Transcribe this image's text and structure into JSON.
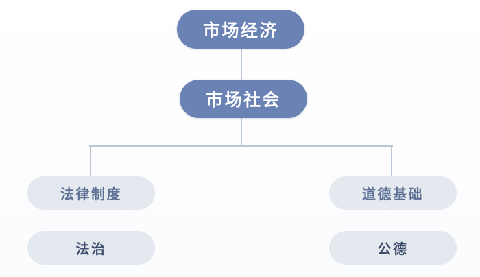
{
  "diagram": {
    "type": "hierarchy-tree",
    "background_color": "#ffffff",
    "nodes": {
      "market_economy": {
        "label": "市场经济",
        "level": 1,
        "style": "primary",
        "fill": "#6a82b4",
        "text_color": "#ffffff"
      },
      "market_society": {
        "label": "市场社会",
        "level": 2,
        "style": "primary",
        "fill": "#6a82b4",
        "text_color": "#ffffff"
      },
      "legal_system": {
        "label": "法律制度",
        "level": 3,
        "style": "secondary",
        "fill": "#e4e8ef",
        "text_color": "#5d7093"
      },
      "moral_foundation": {
        "label": "道德基础",
        "level": 3,
        "style": "secondary",
        "fill": "#e4e8ef",
        "text_color": "#5d7093"
      },
      "rule_of_law": {
        "label": "法治",
        "level": 4,
        "style": "secondary",
        "fill": "#e4e8ef",
        "text_color": "#3f4e6b"
      },
      "public_morality": {
        "label": "公德",
        "level": 4,
        "style": "secondary",
        "fill": "#e4e8ef",
        "text_color": "#3f4e6b"
      }
    },
    "connectors": {
      "color": "#b9c6d6",
      "stroke_width": 2,
      "edges": [
        {
          "from": "market_economy",
          "to": "market_society",
          "shape": "vertical"
        },
        {
          "from": "market_society",
          "to": "legal_system",
          "shape": "elbow-left"
        },
        {
          "from": "market_society",
          "to": "moral_foundation",
          "shape": "elbow-right"
        }
      ]
    }
  }
}
